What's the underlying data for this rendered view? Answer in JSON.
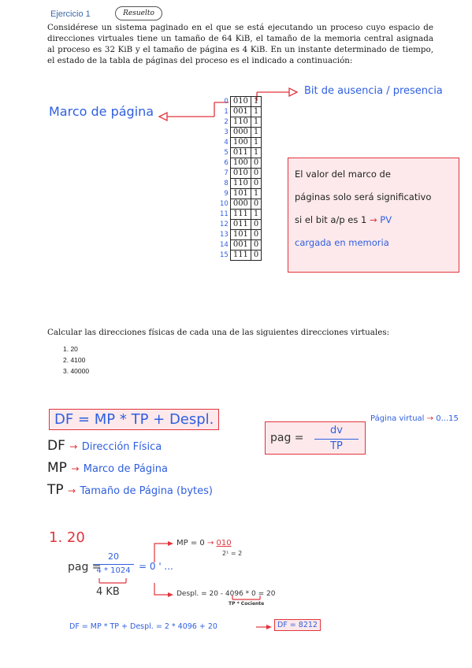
{
  "header": {
    "title": "Ejercicio 1",
    "badge": "Resuelto"
  },
  "statement": "Considérese un sistema paginado en el que se está ejecutando un proceso cuyo espacio de direcciones virtuales tiene un tamaño de 64 KiB, el tamaño de la memoria central asignada al proceso es 32 KiB y el tamaño de página es 4 KiB. En un instante determinado de tiempo, el estado de la tabla de páginas del proceso es el indicado a continuación:",
  "annotations": {
    "left_label": "Marco de página",
    "right_label": "Bit de ausencia / presencia"
  },
  "page_table": [
    {
      "idx": "0",
      "frame": "010",
      "bit": "1"
    },
    {
      "idx": "1",
      "frame": "001",
      "bit": "1"
    },
    {
      "idx": "2",
      "frame": "110",
      "bit": "1"
    },
    {
      "idx": "3",
      "frame": "000",
      "bit": "1"
    },
    {
      "idx": "4",
      "frame": "100",
      "bit": "1"
    },
    {
      "idx": "5",
      "frame": "011",
      "bit": "1"
    },
    {
      "idx": "6",
      "frame": "100",
      "bit": "0"
    },
    {
      "idx": "7",
      "frame": "010",
      "bit": "0"
    },
    {
      "idx": "8",
      "frame": "110",
      "bit": "0"
    },
    {
      "idx": "9",
      "frame": "101",
      "bit": "1"
    },
    {
      "idx": "10",
      "frame": "000",
      "bit": "0"
    },
    {
      "idx": "11",
      "frame": "111",
      "bit": "1"
    },
    {
      "idx": "12",
      "frame": "011",
      "bit": "0"
    },
    {
      "idx": "13",
      "frame": "101",
      "bit": "0"
    },
    {
      "idx": "14",
      "frame": "001",
      "bit": "0"
    },
    {
      "idx": "15",
      "frame": "111",
      "bit": "0"
    }
  ],
  "note": {
    "line1": "El valor del marco de",
    "line2": "páginas solo será significativo",
    "line3": "si el bit a/p es 1",
    "line3_arrow": "PV",
    "line4": "cargada en memoria"
  },
  "question": "Calcular las direcciones físicas de cada una de las siguientes direcciones virtuales:",
  "addresses": [
    "1.  20",
    "2.  4100",
    "3.  40000"
  ],
  "formulas": {
    "df": "DF = MP * TP + Despl.",
    "legend_df_key": "DF",
    "legend_df_val": "Dirección Física",
    "legend_mp_key": "MP",
    "legend_mp_val": "Marco de Página",
    "legend_tp_key": "TP",
    "legend_tp_val": "Tamaño de Página (bytes)",
    "pag_label": "pag =",
    "pag_num": "dv",
    "pag_den": "TP",
    "virtual_page": "Página virtual",
    "virtual_range": "0...15"
  },
  "solution1": {
    "label": "1. 20",
    "pag_label": "pag =",
    "num": "20",
    "den": "4 * 1024",
    "result": "= 0 ' ...",
    "kb": "4 KB",
    "mp": "MP = 0",
    "mp_bin": "010",
    "mp_pow": "2¹ = 2",
    "despl": "Despl. = 20 - 4096 * 0 = 20",
    "despl_note": "TP * Cociente",
    "df_calc": "DF = MP * TP + Despl. = 2 * 4096 + 20",
    "df_result": "DF = 8212"
  },
  "colors": {
    "blue": "#2f5fe0",
    "red": "#e2343c",
    "pink": "#fde9eb"
  }
}
